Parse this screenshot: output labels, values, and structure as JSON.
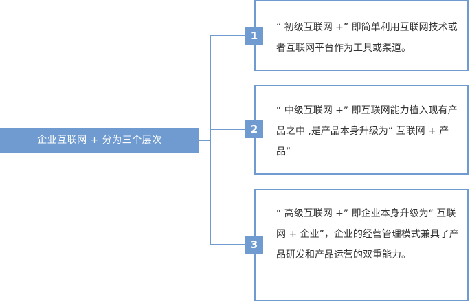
{
  "root": {
    "label": "企业互联网 + 分为三个层次"
  },
  "levels": [
    {
      "number": "1",
      "text": "“ 初级互联网 +” 即简单利用互联网技术或者互联网平台作为工具或渠道。"
    },
    {
      "number": "2",
      "text": "“ 中级互联网 +” 即互联网能力植入现有产品之中 ,是产品本身升级为“ 互联网 + 产品”"
    },
    {
      "number": "3",
      "text": "“ 高级互联网 +” 即企业本身升级为“ 互联网 + 企业”，企业的经营管理模式兼具了产品研发和产品运营的双重能力。"
    }
  ],
  "colors": {
    "accent": "#6f9bd1",
    "text": "#333333"
  }
}
